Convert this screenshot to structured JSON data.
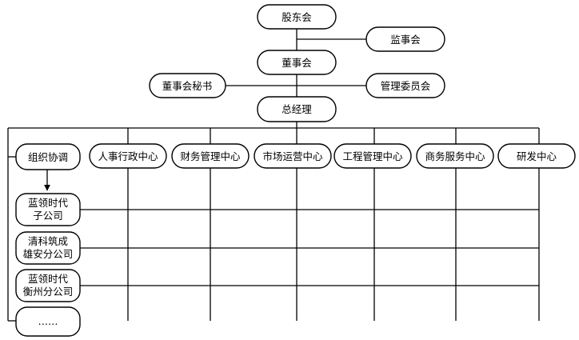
{
  "top": {
    "shareholders": "股东会",
    "supervisors": "监事会",
    "board": "董事会",
    "board_secretary": "董事会秘书",
    "management_committee": "管理委员会",
    "general_manager": "总经理"
  },
  "departments": [
    "人事行政中心",
    "财务管理中心",
    "市场运营中心",
    "工程管理中心",
    "商务服务中心",
    "研发中心"
  ],
  "left": {
    "org_coordination": "组织协调",
    "subsidiaries": [
      [
        "蓝领时代",
        "子公司"
      ],
      [
        "清科筑成",
        "雄安分公司"
      ],
      [
        "蓝领时代",
        "衡州分公司"
      ],
      [
        "……"
      ]
    ]
  }
}
